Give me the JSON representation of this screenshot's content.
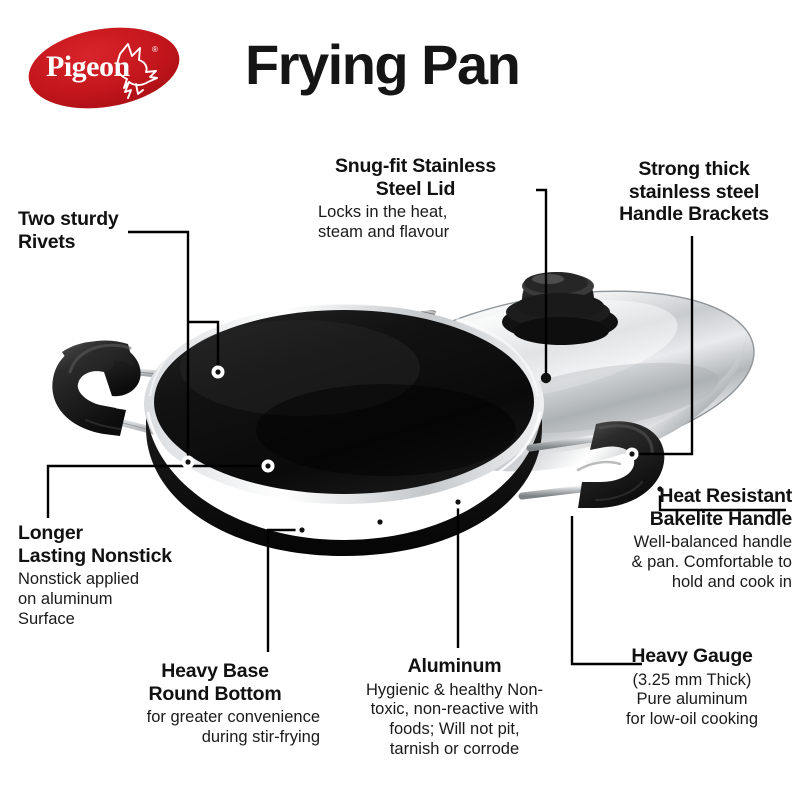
{
  "header": {
    "logo_brand": "Pigeon",
    "logo_trademark": "®",
    "logo_color": "#c3161c",
    "logo_icon": "pigeon-bird-icon",
    "title": "Frying Pan"
  },
  "product": {
    "pan_body_color": "#0d0d0d",
    "lid_color": "#d6d8da",
    "handle_color": "#1c1c1c",
    "rim_color": "#c9ccce"
  },
  "callouts": [
    {
      "id": "rivets",
      "heading": "Two sturdy\nRivets",
      "heading_lines": [
        "Two sturdy",
        "Rivets"
      ],
      "body": "",
      "align": "left"
    },
    {
      "id": "lid",
      "heading_lines": [
        "Snug-fit Stainless",
        "Steel Lid"
      ],
      "body_lines": [
        "Locks in the heat,",
        "steam and flavour"
      ],
      "align": "center"
    },
    {
      "id": "brackets",
      "heading_lines": [
        "Strong thick",
        "stainless steel",
        "Handle Brackets"
      ],
      "body_lines": [],
      "align": "center"
    },
    {
      "id": "nonstick",
      "heading_lines": [
        "Longer",
        "Lasting Nonstick"
      ],
      "body_lines": [
        "Nonstick applied",
        "on aluminum",
        "Surface"
      ],
      "align": "left"
    },
    {
      "id": "bakelite",
      "heading_lines": [
        "Heat Resistant",
        "Bakelite Handle"
      ],
      "body_lines": [
        "Well-balanced handle",
        "& pan. Comfortable to",
        "hold and cook in"
      ],
      "align": "right"
    },
    {
      "id": "heavy-base",
      "heading_lines": [
        "Heavy Base",
        "Round Bottom"
      ],
      "body_lines": [
        "for greater convenience",
        "during stir-frying"
      ],
      "align": "right"
    },
    {
      "id": "aluminum",
      "heading_lines": [
        "Aluminum"
      ],
      "body_lines": [
        "Hygienic & healthy Non-",
        "toxic, non-reactive with",
        "foods; Will not pit,",
        "tarnish or corrode"
      ],
      "align": "center"
    },
    {
      "id": "heavy-gauge",
      "heading_lines": [
        "Heavy Gauge"
      ],
      "body_lines": [
        "(3.25 mm Thick)",
        "Pure aluminum",
        "for low-oil cooking"
      ],
      "align": "center"
    }
  ],
  "text": {
    "rivets_head_1": "Two sturdy",
    "rivets_head_2": "Rivets",
    "lid_head_1": "Snug-fit Stainless",
    "lid_head_2": "Steel Lid",
    "lid_body_1": "Locks in the heat,",
    "lid_body_2": "steam and flavour",
    "brackets_head_1": "Strong thick",
    "brackets_head_2": "stainless steel",
    "brackets_head_3": "Handle Brackets",
    "nonstick_head_1": "Longer",
    "nonstick_head_2": "Lasting Nonstick",
    "nonstick_body_1": "Nonstick applied",
    "nonstick_body_2": "on aluminum",
    "nonstick_body_3": "Surface",
    "bakelite_head_1": "Heat Resistant",
    "bakelite_head_2": "Bakelite Handle",
    "bakelite_body_1": "Well-balanced handle",
    "bakelite_body_2": "& pan. Comfortable to",
    "bakelite_body_3": "hold and cook in",
    "base_head_1": "Heavy Base",
    "base_head_2": "Round Bottom",
    "base_body_1": "for greater convenience",
    "base_body_2": "during stir-frying",
    "alu_head_1": "Aluminum",
    "alu_body_1": "Hygienic & healthy Non-",
    "alu_body_2": "toxic, non-reactive with",
    "alu_body_3": "foods; Will not pit,",
    "alu_body_4": "tarnish or corrode",
    "gauge_head_1": "Heavy Gauge",
    "gauge_body_1": "(3.25 mm Thick)",
    "gauge_body_2": "Pure aluminum",
    "gauge_body_3": "for low-oil cooking"
  }
}
